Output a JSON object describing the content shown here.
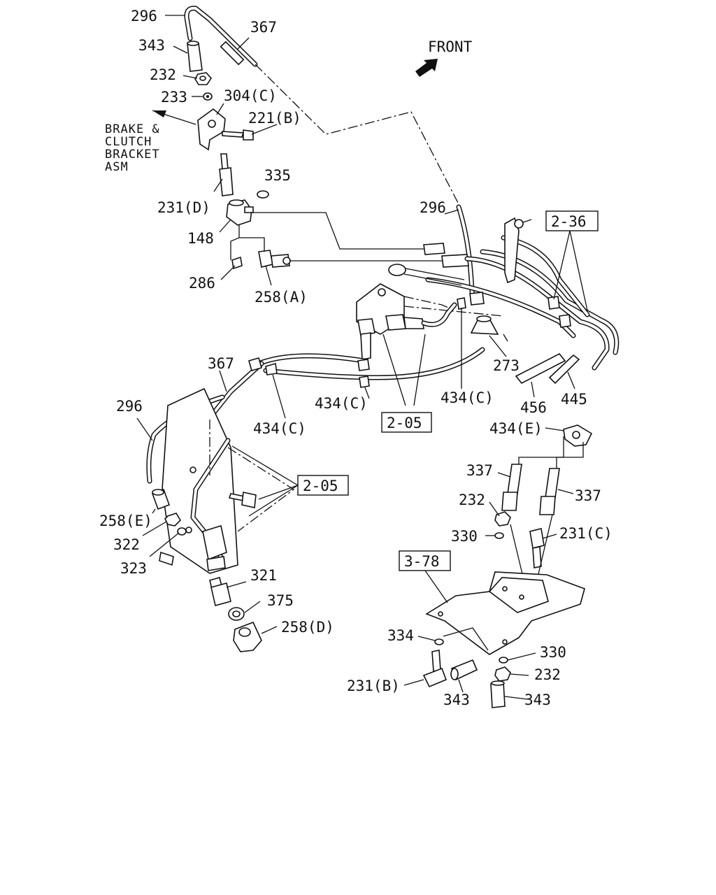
{
  "diagram": {
    "front_label": "FRONT",
    "note_lines": [
      "BRAKE &",
      "CLUTCH",
      "BRACKET",
      "ASM"
    ],
    "callouts": {
      "c296_top": "296",
      "c367_top": "367",
      "c343_top": "343",
      "c232_top": "232",
      "c233": "233",
      "c304c": "304(C)",
      "c221b": "221(B)",
      "c335": "335",
      "c231d": "231(D)",
      "c148": "148",
      "c286": "286",
      "c258a": "258(A)",
      "c296_mid": "296",
      "c273": "273",
      "c434c_right": "434(C)",
      "c456": "456",
      "c445": "445",
      "c367_mid": "367",
      "c296_left": "296",
      "c434c_center": "434(C)",
      "c434c_left": "434(C)",
      "c258e": "258(E)",
      "c322": "322",
      "c323": "323",
      "c321": "321",
      "c375": "375",
      "c258d": "258(D)",
      "c434e": "434(E)",
      "c337_left": "337",
      "c337_right": "337",
      "c232_mid": "232",
      "c330_mid": "330",
      "c231c": "231(C)",
      "c334": "334",
      "c330_low": "330",
      "c232_low": "232",
      "c231b": "231(B)",
      "c343_low_left": "343",
      "c343_low_right": "343"
    },
    "refs": {
      "r236": "2-36",
      "r205_center": "2-05",
      "r205_left": "2-05",
      "r378": "3-78"
    }
  }
}
